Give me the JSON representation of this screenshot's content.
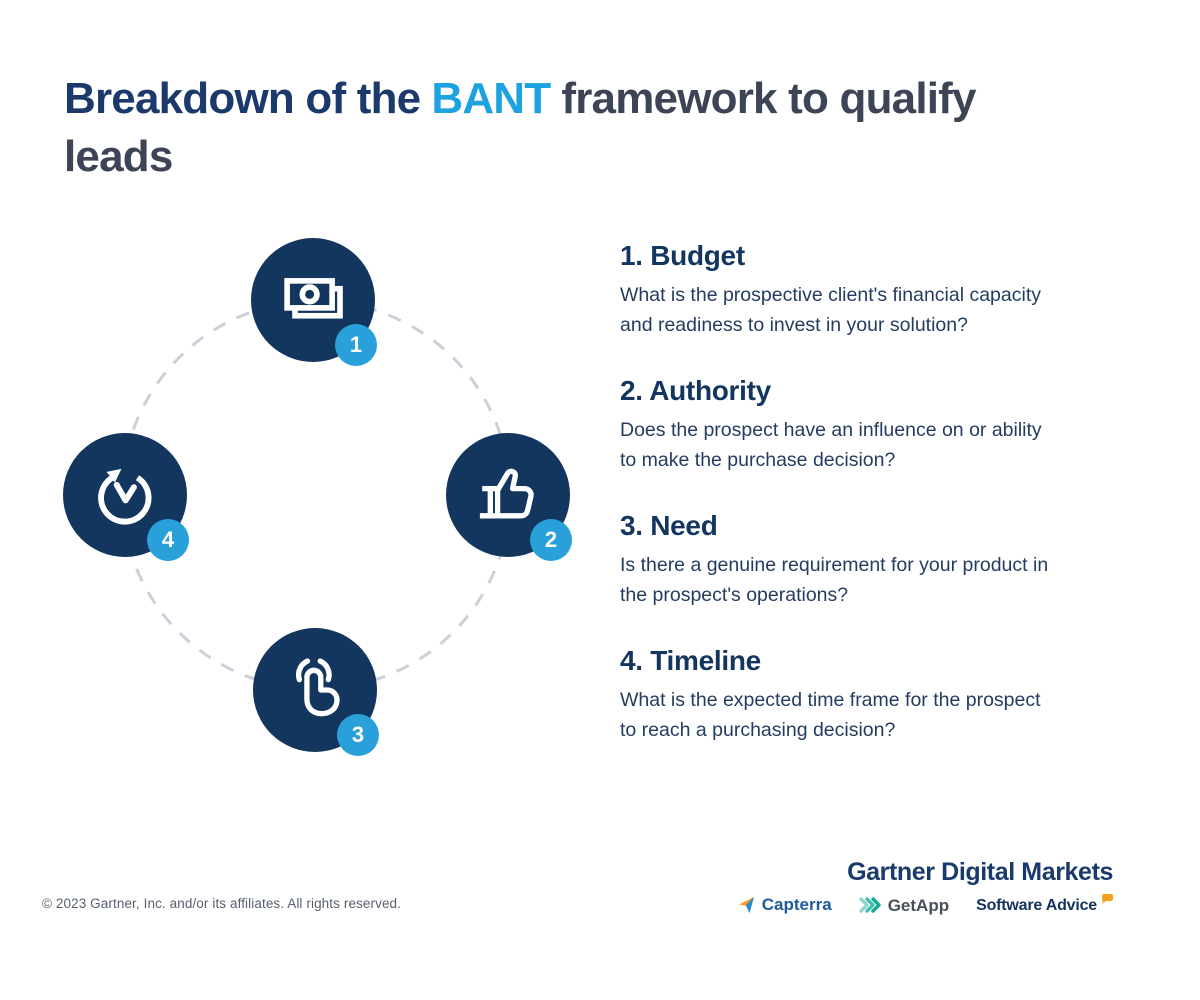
{
  "title": {
    "part1": "Breakdown of the",
    "highlight": "BANT",
    "part2": "framework to qualify",
    "line2": "leads"
  },
  "diagram": {
    "nodes": [
      {
        "number": "1",
        "icon": "banknote-icon",
        "label": "Budget"
      },
      {
        "number": "2",
        "icon": "thumbs-up-icon",
        "label": "Authority"
      },
      {
        "number": "3",
        "icon": "tap-icon",
        "label": "Need"
      },
      {
        "number": "4",
        "icon": "timer-icon",
        "label": "Timeline"
      }
    ]
  },
  "sections": [
    {
      "heading": "1. Budget",
      "body": "What is the prospective client's financial capacity\nand readiness to invest in your solution?"
    },
    {
      "heading": "2. Authority",
      "body": "Does the prospect have an influence on or ability\nto make the purchase decision?"
    },
    {
      "heading": "3. Need",
      "body": "Is there a genuine requirement for your product in\nthe prospect's operations?"
    },
    {
      "heading": "4. Timeline",
      "body": "What is the expected time frame for the prospect\nto reach a purchasing decision?"
    }
  ],
  "footer": {
    "copyright": "© 2023 Gartner, Inc. and/or its affiliates. All rights reserved.",
    "brand": "Gartner Digital Markets",
    "logos": {
      "capterra": "Capterra",
      "getapp": "GetApp",
      "software_advice": "Software Advice"
    }
  },
  "colors": {
    "node_navy": "#12365E",
    "title_navy": "#1B3A6B",
    "accent_blue": "#1CA2DE",
    "badge_blue": "#2AA0DA",
    "title_slate": "#3D4456",
    "body_text": "#253C61",
    "dashed_ring_gray": "#CBD0D9",
    "footer_gray": "#57616E",
    "capterra_blue": "#1E5C9C",
    "capterra_orange": "#FF9D28",
    "getapp_teal": "#2BB5A3",
    "software_advice_orange": "#F6A11E"
  }
}
